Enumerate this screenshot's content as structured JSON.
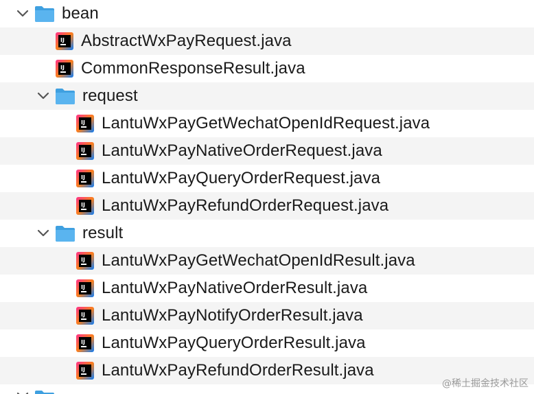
{
  "tree": {
    "bean": {
      "label": "bean",
      "expanded": true
    },
    "bean_files": [
      {
        "label": "AbstractWxPayRequest.java",
        "icon": "java-class-icon"
      },
      {
        "label": "CommonResponseResult.java",
        "icon": "java-class-icon"
      }
    ],
    "request": {
      "label": "request",
      "expanded": true
    },
    "request_files": [
      {
        "label": "LantuWxPayGetWechatOpenIdRequest.java",
        "icon": "java-class-icon"
      },
      {
        "label": "LantuWxPayNativeOrderRequest.java",
        "icon": "java-class-icon"
      },
      {
        "label": "LantuWxPayQueryOrderRequest.java",
        "icon": "java-class-icon"
      },
      {
        "label": "LantuWxPayRefundOrderRequest.java",
        "icon": "java-class-icon"
      }
    ],
    "result": {
      "label": "result",
      "expanded": true
    },
    "result_files": [
      {
        "label": "LantuWxPayGetWechatOpenIdResult.java",
        "icon": "java-class-icon"
      },
      {
        "label": "LantuWxPayNativeOrderResult.java",
        "icon": "java-class-icon"
      },
      {
        "label": "LantuWxPayNotifyOrderResult.java",
        "icon": "java-class-icon"
      },
      {
        "label": "LantuWxPayQueryOrderResult.java",
        "icon": "java-class-icon"
      },
      {
        "label": "LantuWxPayRefundOrderResult.java",
        "icon": "java-class-icon"
      }
    ]
  },
  "watermark": "@稀土掘金技术社区",
  "colors": {
    "folder": "#5ab4ef",
    "folder_dark": "#3fa0e0",
    "row_alt": "#f4f4f4",
    "chevron": "#555555"
  }
}
